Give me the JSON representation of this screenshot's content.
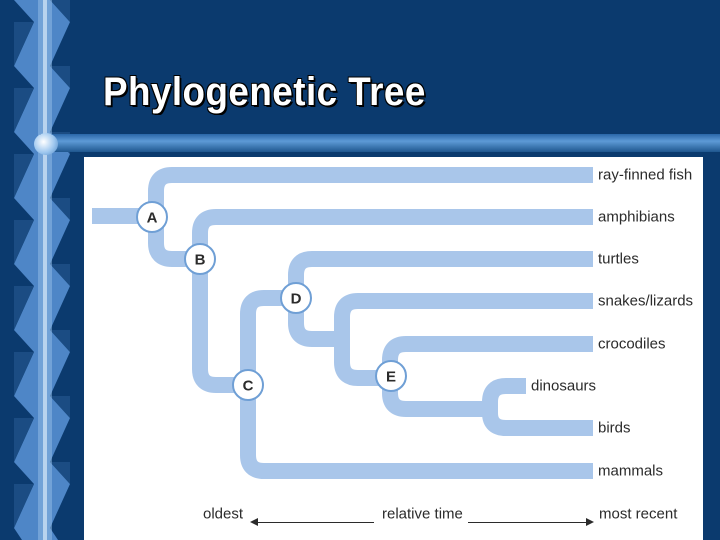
{
  "slide": {
    "title": "Phylogenetic Tree"
  },
  "tree": {
    "nodes": [
      "A",
      "B",
      "C",
      "D",
      "E"
    ],
    "taxa": [
      "ray-finned fish",
      "amphibians",
      "turtles",
      "snakes/lizards",
      "crocodiles",
      "dinosaurs",
      "birds",
      "mammals"
    ],
    "time_axis": {
      "left": "oldest",
      "center": "relative time",
      "right": "most recent"
    }
  },
  "colors": {
    "background": "#0b3a6e",
    "branch": "#a9c6ea",
    "node_border": "#6f9fd5",
    "text": "#2b2b2b"
  }
}
